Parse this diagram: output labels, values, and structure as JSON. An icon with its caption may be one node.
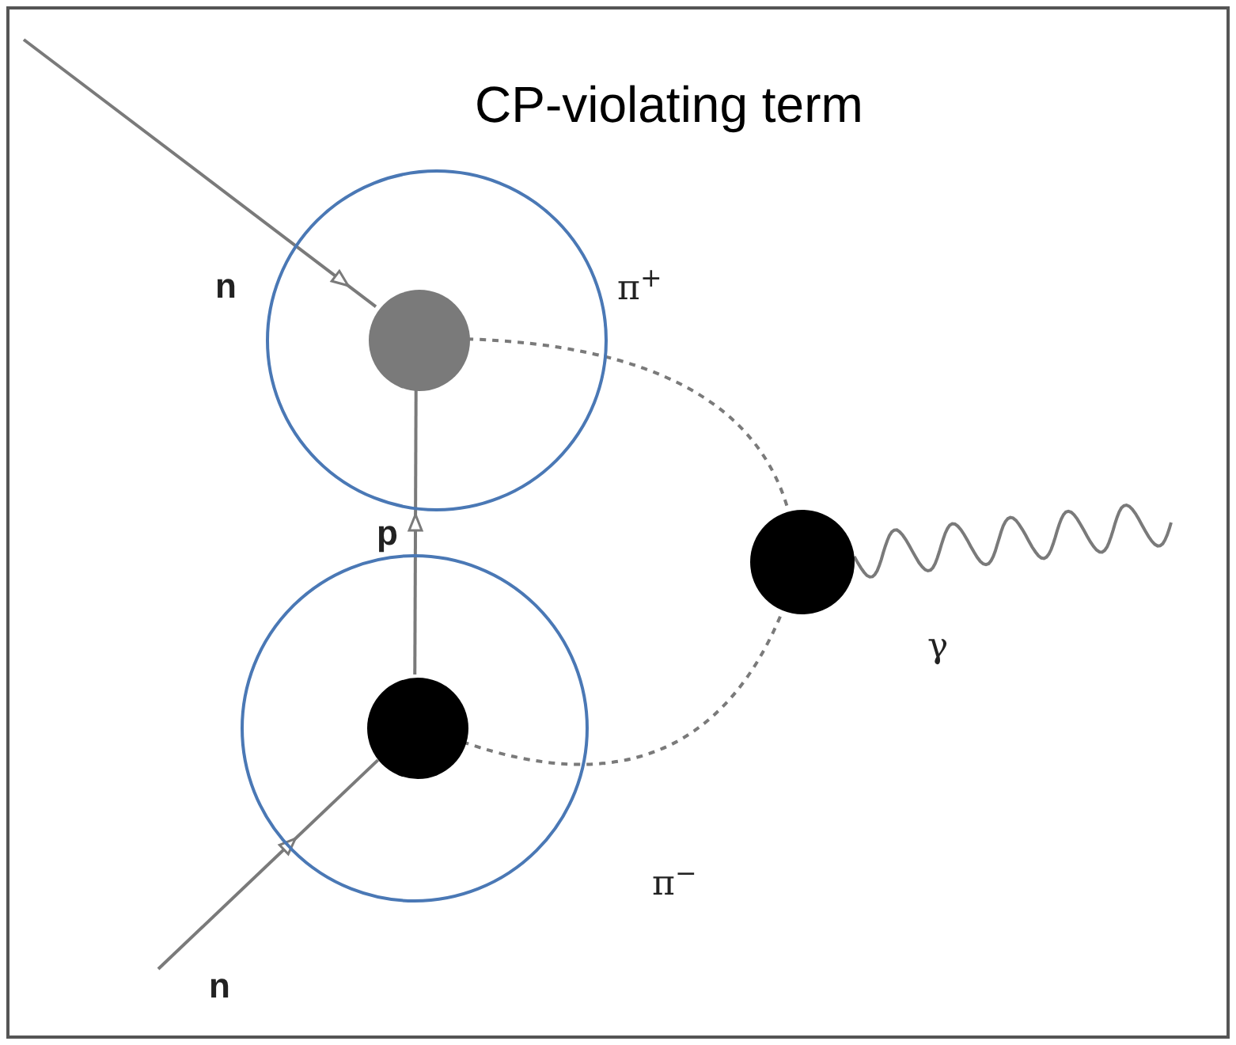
{
  "diagram": {
    "nodes": [
      {
        "text": [],
        "shape": "circle"
      },
      {
        "text": [],
        "shape": "circle",
        "in": 0
      },
      {
        "text": [],
        "shape": "circle"
      },
      {
        "text": [],
        "shape": "circle",
        "in": 2
      },
      {
        "text": [],
        "shape": "circle"
      }
    ],
    "edges": [
      {
        "from": null,
        "to": 1,
        "arrow": "to",
        "label": "n"
      },
      {
        "from": 3,
        "to": 1,
        "arrow": "to",
        "label": "p"
      },
      {
        "from": null,
        "to": 3,
        "arrow": "to",
        "label": "n"
      },
      {
        "from": 1,
        "to": 4,
        "arrow": "none",
        "style": "dashed",
        "label": "π$^{+}$"
      },
      {
        "from": 3,
        "to": 4,
        "arrow": "none",
        "style": "dashed",
        "label": "π$^{−}$"
      },
      {
        "from": 4,
        "to": null,
        "arrow": "none",
        "label": "γ"
      }
    ],
    "labels": [
      "CP-violating term"
    ]
  }
}
